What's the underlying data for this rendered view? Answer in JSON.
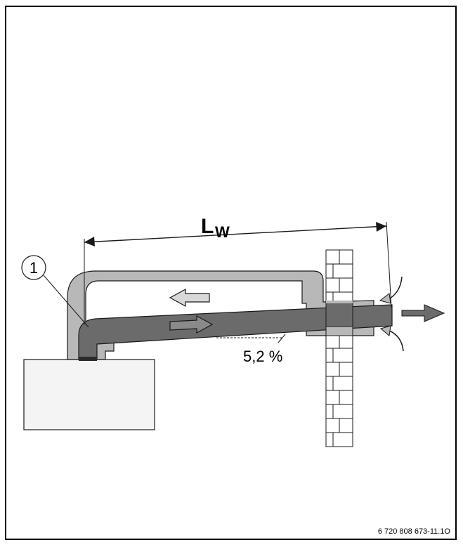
{
  "figure": {
    "callout_number": "1",
    "length_label_main": "L",
    "length_label_sub": "W",
    "slope_label": "5,2 %",
    "figure_code": "6 720 808 673-11.1O"
  },
  "colors": {
    "exhaust_pipe": "#6b6b6b",
    "air_intake": "#b8b8b8",
    "outline": "#1a1a1a",
    "boiler_fill": "#f4f4f4"
  },
  "icons": {
    "flue_flow": "arrow-right-icon",
    "air_flow": "arrow-left-icon",
    "outlet": "arrow-right-icon"
  }
}
